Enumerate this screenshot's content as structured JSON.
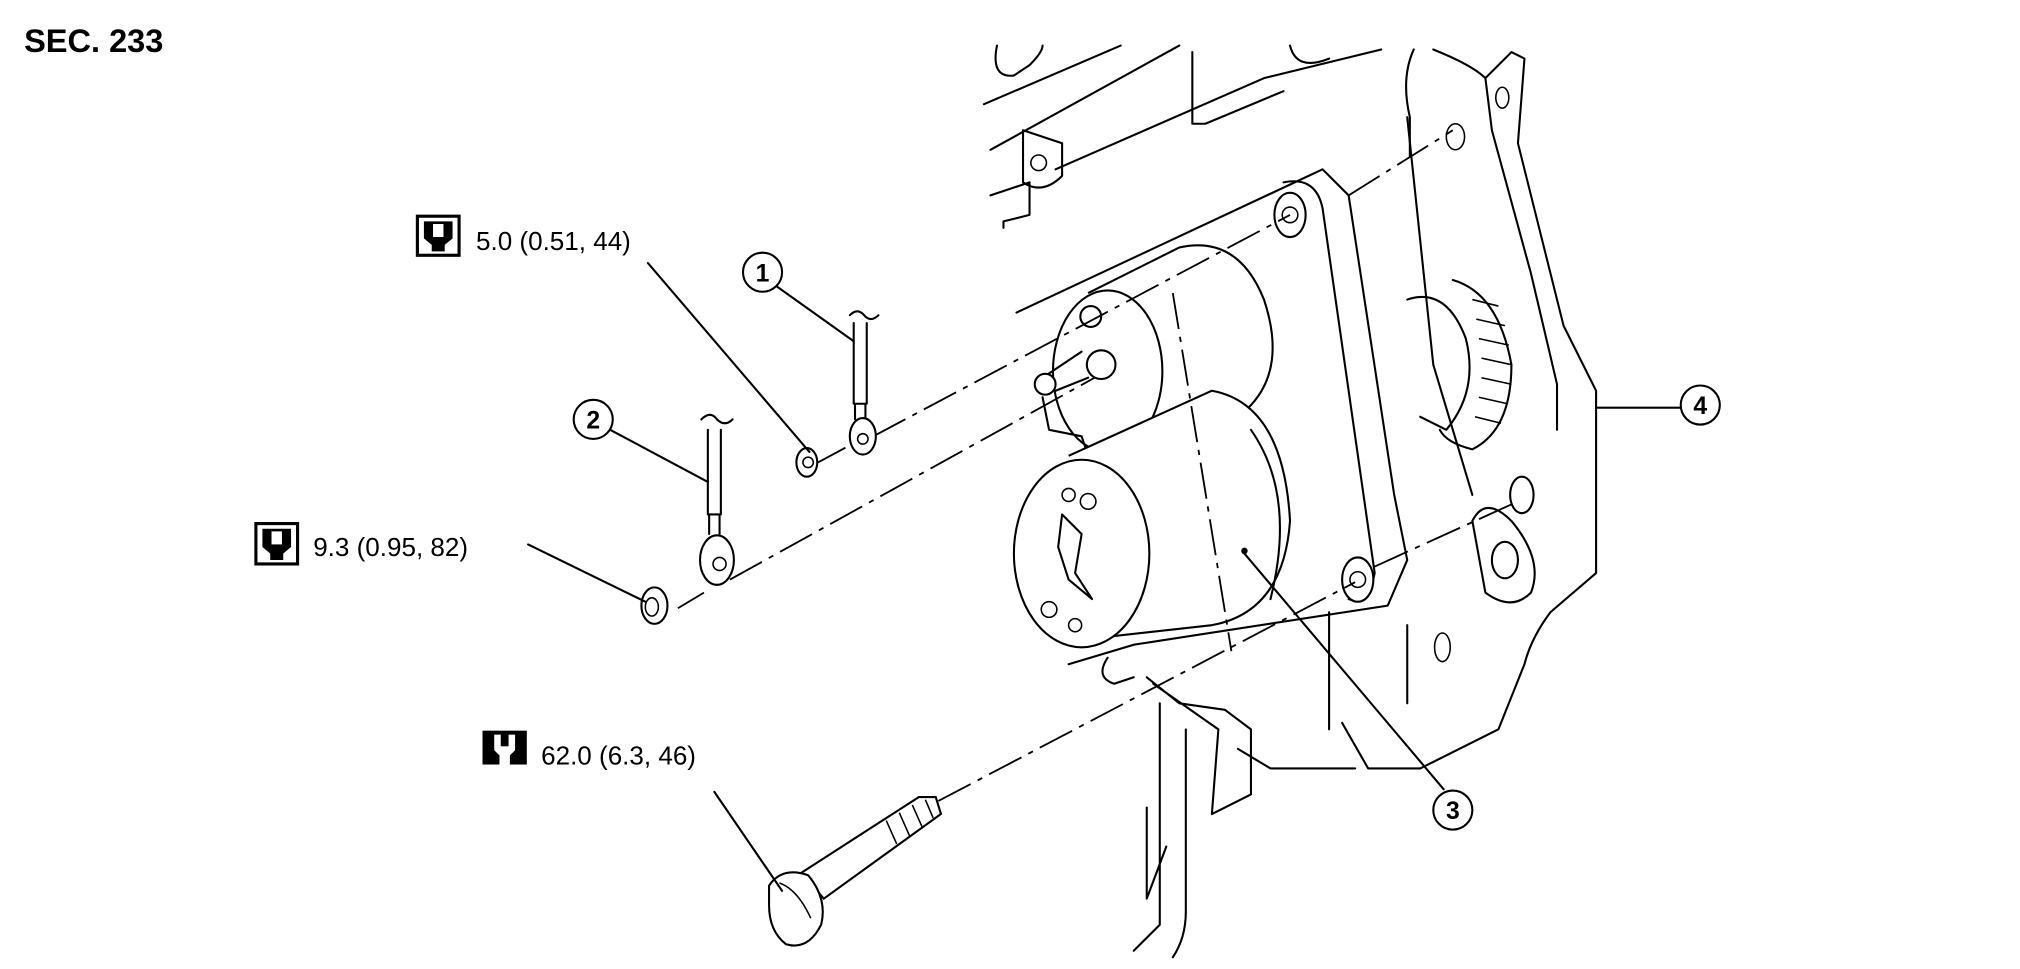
{
  "section_label": "SEC. 233",
  "torque_specs": [
    {
      "id": "nut-terminal-1",
      "icon": "torque-wrench-icon-filled",
      "text": "5.0 (0.51, 44)"
    },
    {
      "id": "nut-terminal-2",
      "icon": "torque-wrench-icon-filled",
      "text": "9.3 (0.95, 82)"
    },
    {
      "id": "mounting-bolt",
      "icon": "torque-wrench-icon-outline",
      "text": "62.0 (6.3, 46)"
    }
  ],
  "callouts": [
    "1",
    "2",
    "3",
    "4"
  ]
}
